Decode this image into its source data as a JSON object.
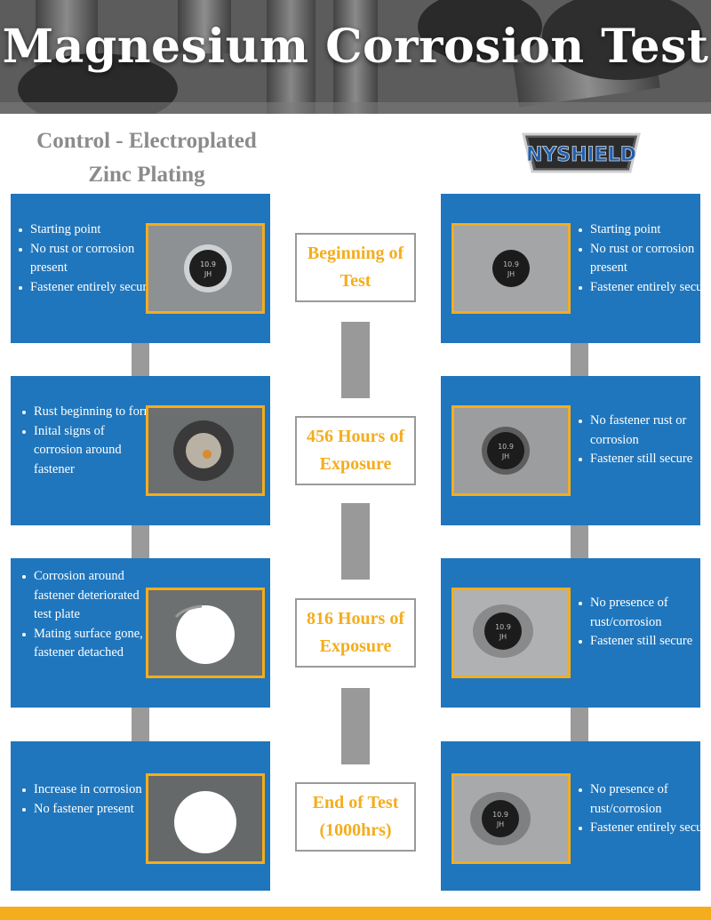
{
  "title": "Magnesium Corrosion Test",
  "subtitle": "Control - Electroplated Zinc Plating",
  "logo_text": "NYSHIELD",
  "colors": {
    "panel_blue": "#1f76bd",
    "accent_orange": "#f4ad1d",
    "grey": "#9a9a9a"
  },
  "stages": [
    {
      "label": "Beginning of Test",
      "left": [
        "Starting point",
        "No rust or corrosion present",
        "Fastener entirely secure"
      ],
      "right": [
        "Starting point",
        "No rust or corrosion present",
        "Fastener entirely secure"
      ]
    },
    {
      "label": "456 Hours of Exposure",
      "left": [
        "Rust beginning to form",
        "Inital signs of corrosion around fastener"
      ],
      "right": [
        "No fastener rust or corrosion",
        "Fastener still secure"
      ]
    },
    {
      "label": "816 Hours of Exposure",
      "left": [
        "Corrosion around fastener deteriorated test plate",
        "Mating surface gone, fastener detached"
      ],
      "right": [
        "No presence of rust/corrosion",
        "Fastener still secure"
      ]
    },
    {
      "label": "End of Test (1000hrs)",
      "left": [
        "Increase in corrosion",
        "No fastener present"
      ],
      "right": [
        "No presence of rust/corrosion",
        "Fastener entirely secure"
      ]
    }
  ]
}
